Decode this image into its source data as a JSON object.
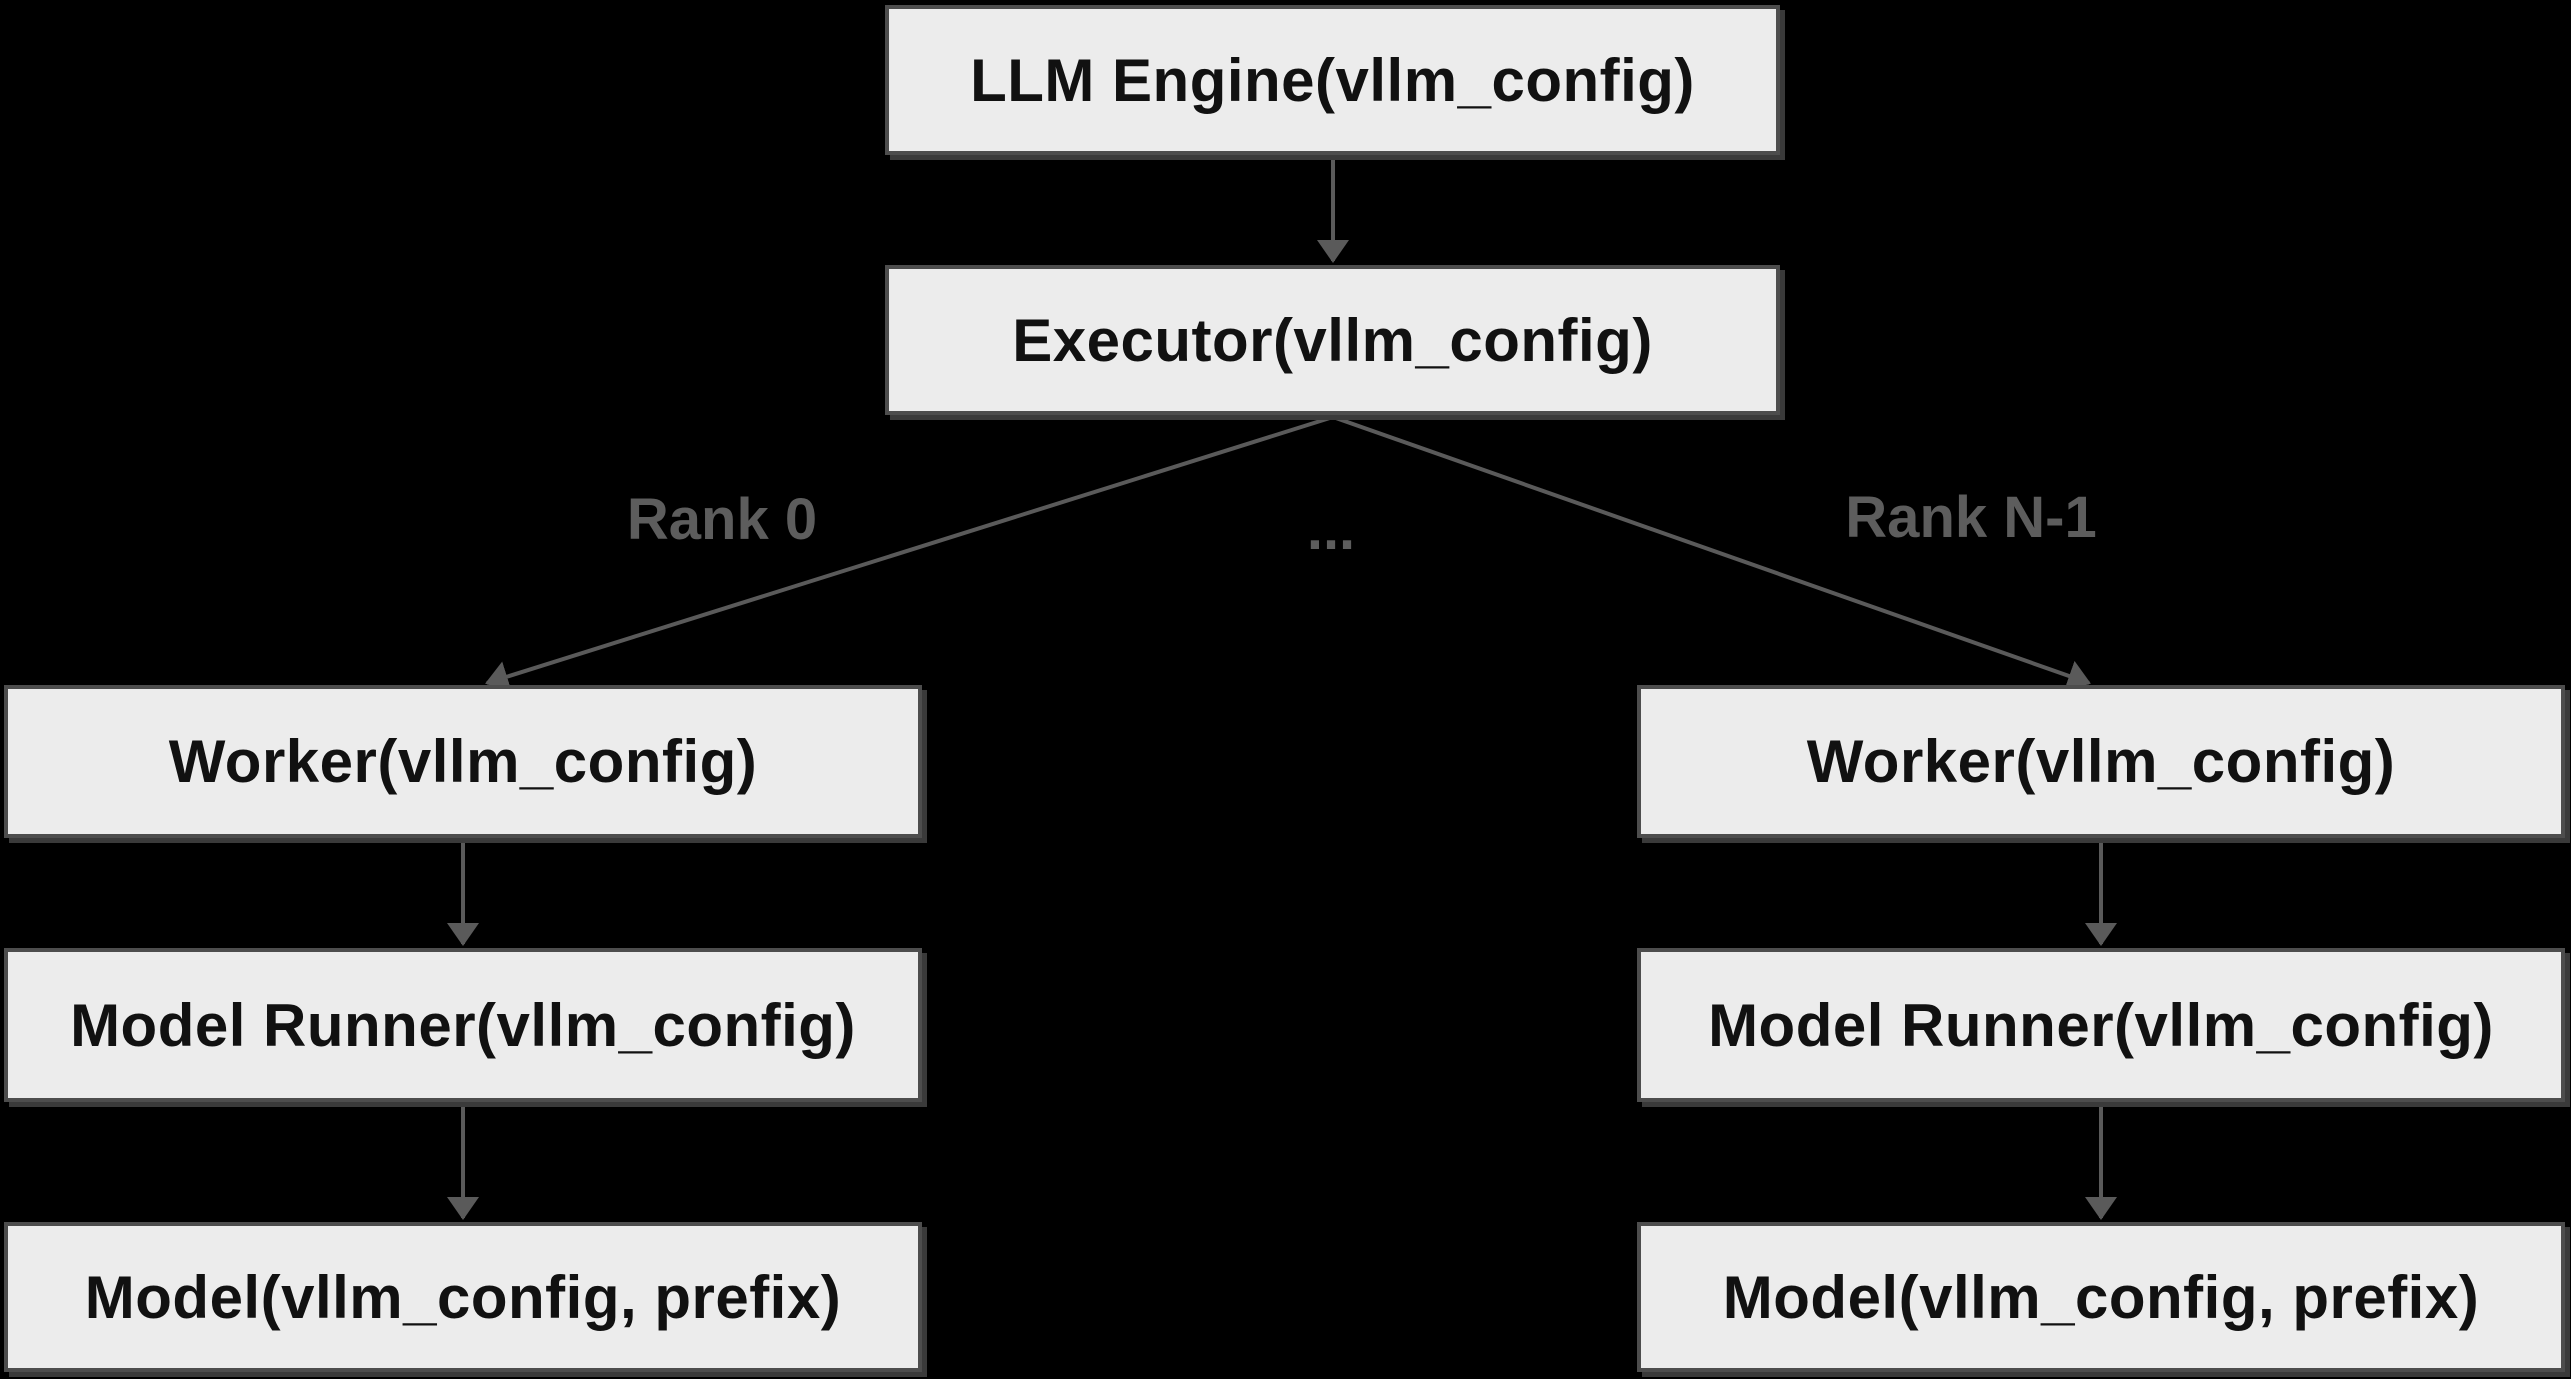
{
  "diagram": {
    "type": "flowchart",
    "colors": {
      "background": "#000000",
      "node-fill": "#ececec",
      "node-border": "#4d4d4d",
      "node-text": "#111111",
      "edge-color": "#5a5a5a",
      "edge-label-color": "#5d5d5d"
    },
    "nodes": [
      {
        "id": "llm-engine",
        "label": "LLM Engine(vllm_config)"
      },
      {
        "id": "executor",
        "label": "Executor(vllm_config)"
      },
      {
        "id": "worker-rank0",
        "label": "Worker(vllm_config)"
      },
      {
        "id": "model-runner-rank0",
        "label": "Model Runner(vllm_config)"
      },
      {
        "id": "model-rank0",
        "label": "Model(vllm_config, prefix)"
      },
      {
        "id": "worker-rankn",
        "label": "Worker(vllm_config)"
      },
      {
        "id": "model-runner-rankn",
        "label": "Model Runner(vllm_config)"
      },
      {
        "id": "model-rankn",
        "label": "Model(vllm_config, prefix)"
      }
    ],
    "edges": [
      {
        "from": "llm-engine",
        "to": "executor"
      },
      {
        "from": "executor",
        "to": "worker-rank0",
        "label": "Rank 0"
      },
      {
        "from": "executor",
        "to": "worker-rankn",
        "label": "Rank N-1"
      },
      {
        "from": "worker-rank0",
        "to": "model-runner-rank0"
      },
      {
        "from": "model-runner-rank0",
        "to": "model-rank0"
      },
      {
        "from": "worker-rankn",
        "to": "model-runner-rankn"
      },
      {
        "from": "model-runner-rankn",
        "to": "model-rankn"
      }
    ],
    "edge_labels": [
      {
        "id": "rank-0",
        "text": "Rank 0"
      },
      {
        "id": "ellipsis",
        "text": "..."
      },
      {
        "id": "rank-n-1",
        "text": "Rank N-1"
      }
    ]
  }
}
